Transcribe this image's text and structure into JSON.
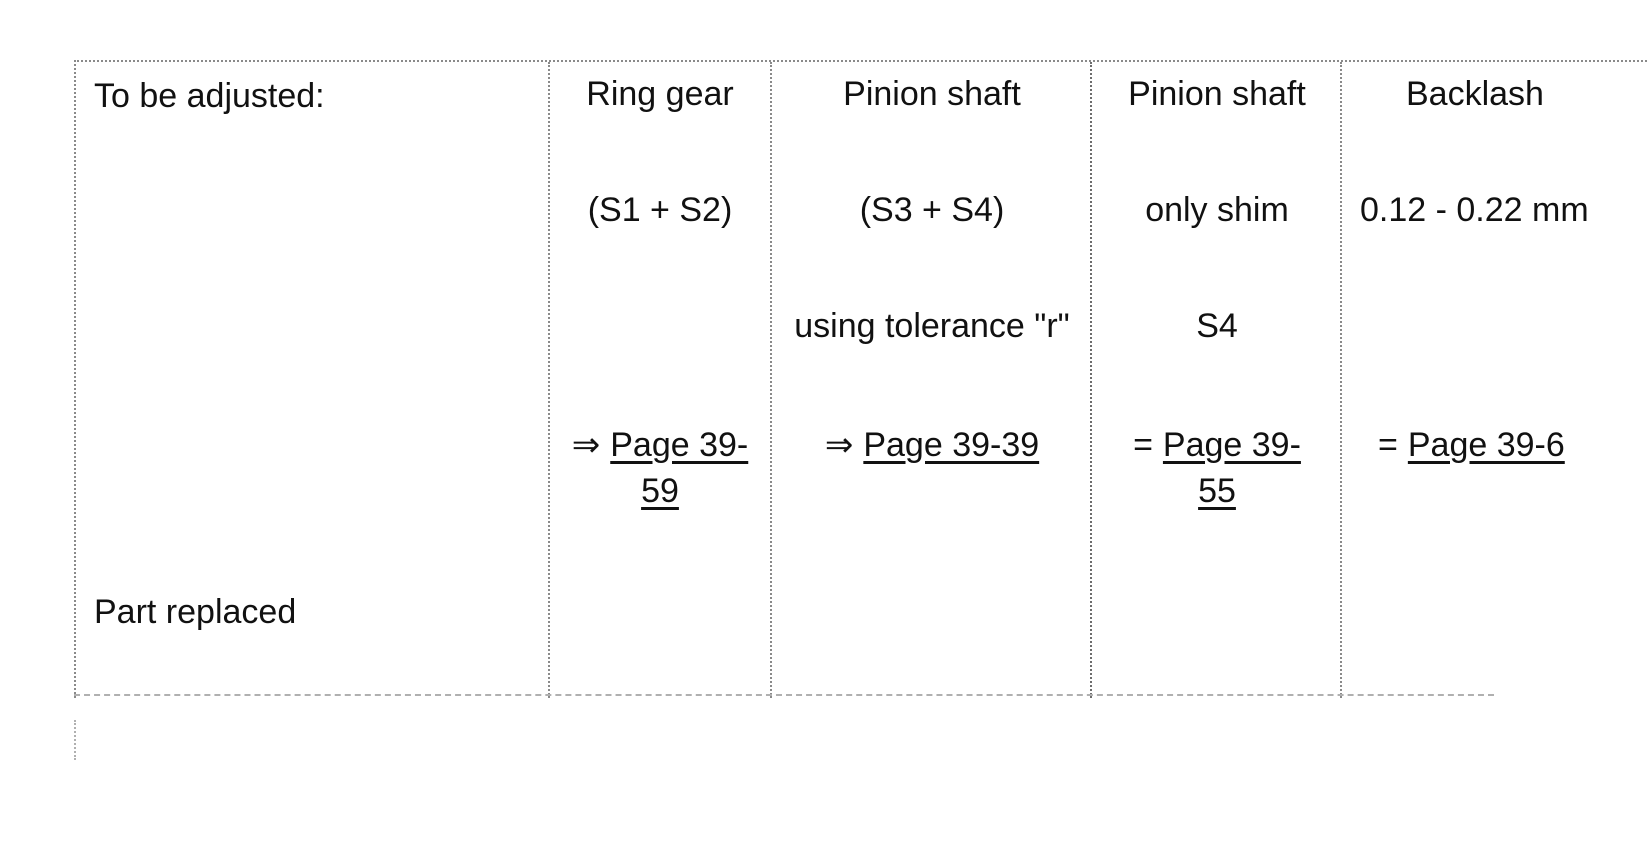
{
  "table": {
    "label_top": "To be adjusted:",
    "label_bottom": "Part replaced",
    "columns": [
      {
        "header": "Ring gear",
        "spec": "(S1 + S2)",
        "note": "",
        "arrow": "⇒",
        "ref_line1": "Page 39-",
        "ref_line2": "59"
      },
      {
        "header": "Pinion shaft",
        "spec": "(S3 + S4)",
        "note": "using tolerance \"r\"",
        "arrow": "⇒",
        "ref_line1": "Page 39-39",
        "ref_line2": ""
      },
      {
        "header": "Pinion shaft",
        "spec": "only shim",
        "note": "S4",
        "arrow": "=",
        "ref_line1": "Page 39-",
        "ref_line2": "55"
      },
      {
        "header": "Backlash",
        "spec": "0.12 - 0.22 mm",
        "note": "",
        "arrow": "=",
        "ref_line1": "Page 39-6",
        "ref_line2": ""
      }
    ]
  }
}
